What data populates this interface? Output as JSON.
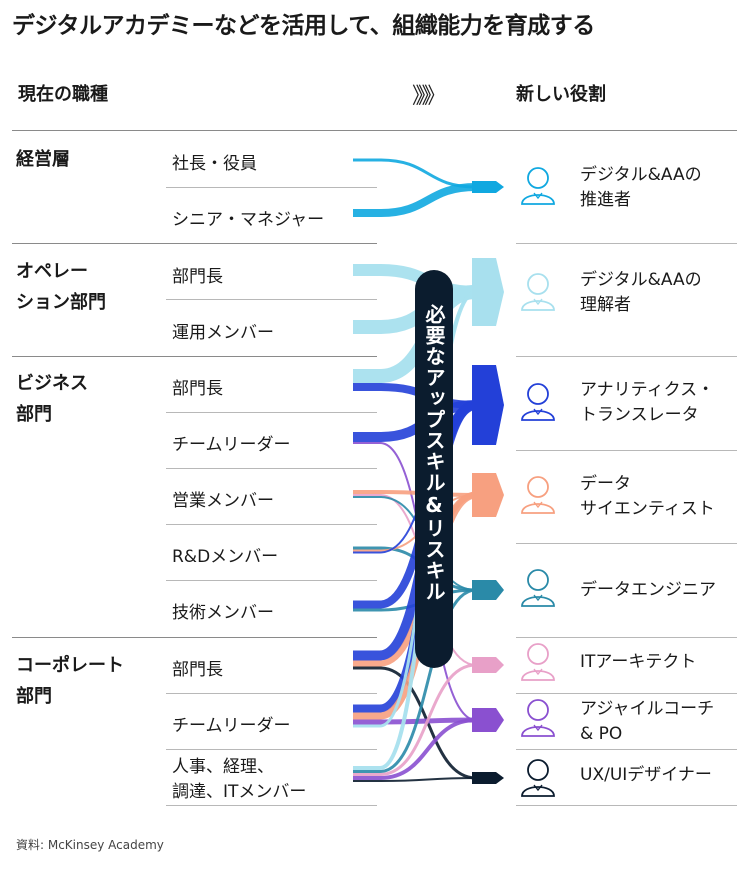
{
  "title": "デジタルアカデミーなどを活用して、組織能力を育成する",
  "header": {
    "current_label": "現在の職種",
    "arrow": "》》》",
    "new_label": "新しい役割"
  },
  "center_label": "必要なアップスキル&リスキル",
  "groups": [
    {
      "name": "経営層",
      "roles": [
        "社長・役員",
        "シニア・マネジャー"
      ]
    },
    {
      "name": "オペレー\nション部門",
      "roles": [
        "部門長",
        "運用メンバー"
      ]
    },
    {
      "name": "ビジネス\n部門",
      "roles": [
        "部門長",
        "チームリーダー",
        "営業メンバー",
        "R&Dメンバー",
        "技術メンバー"
      ]
    },
    {
      "name": "コーポレート\n部門",
      "roles": [
        "部門長",
        "チームリーダー",
        "人事、経理、\n調達、ITメンバー"
      ]
    }
  ],
  "new_roles": [
    {
      "label": "デジタル&AAの\n推進者",
      "color": "#10a8e0",
      "icon": "person-icon"
    },
    {
      "label": "デジタル&AAの\n理解者",
      "color": "#a8e0ee",
      "icon": "person-icon"
    },
    {
      "label": "アナリティクス・\nトランスレータ",
      "color": "#2340d8",
      "icon": "person-icon"
    },
    {
      "label": "データ\nサイエンティスト",
      "color": "#f7a080",
      "icon": "person-icon"
    },
    {
      "label": "データエンジニア",
      "color": "#2a8aa8",
      "icon": "person-icon"
    },
    {
      "label": "ITアーキテクト",
      "color": "#e8a0c8",
      "icon": "person-icon"
    },
    {
      "label": "アジャイルコーチ\n& PO",
      "color": "#8a50d0",
      "icon": "person-icon"
    },
    {
      "label": "UX/UIデザイナー",
      "color": "#0b1c2e",
      "icon": "person-icon"
    }
  ],
  "source": "資料: McKinsey Academy"
}
